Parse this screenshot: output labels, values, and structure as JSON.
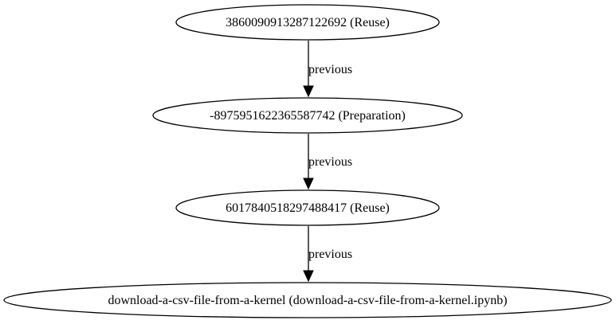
{
  "diagram": {
    "nodes": [
      {
        "label": "3860090913287122692 (Reuse)"
      },
      {
        "label": "-8975951622365587742 (Preparation)"
      },
      {
        "label": "6017840518297488417 (Reuse)"
      },
      {
        "label": "download-a-csv-file-from-a-kernel (download-a-csv-file-from-a-kernel.ipynb)"
      }
    ],
    "edges": [
      {
        "from": 0,
        "to": 1,
        "label": "previous"
      },
      {
        "from": 1,
        "to": 2,
        "label": "previous"
      },
      {
        "from": 2,
        "to": 3,
        "label": "previous"
      }
    ]
  }
}
